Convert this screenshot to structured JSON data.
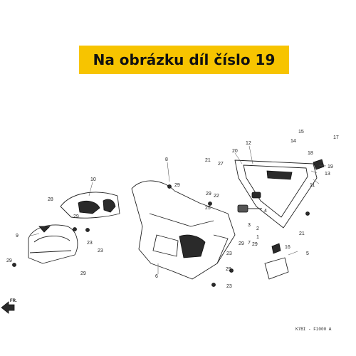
{
  "banner": {
    "text": "Na obrázku díl číslo 19",
    "color": "#f7c400"
  },
  "direction_label": "FR.",
  "diagram_ref": "K7BI - F1000 A",
  "callouts": [
    "1",
    "2",
    "3",
    "4",
    "5",
    "6",
    "7",
    "8",
    "9",
    "10",
    "11",
    "12",
    "13",
    "14",
    "15",
    "16",
    "17",
    "18",
    "19",
    "20",
    "21",
    "21",
    "22",
    "23",
    "23",
    "23",
    "23",
    "25",
    "27",
    "28",
    "29",
    "29",
    "29",
    "29",
    "29",
    "29",
    "29",
    "29"
  ]
}
